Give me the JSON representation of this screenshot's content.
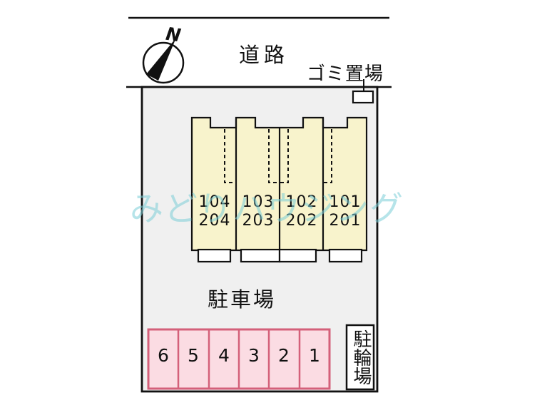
{
  "compass": {
    "north_label": "N"
  },
  "labels": {
    "road": "道路",
    "garbage_area": "ゴミ置場"
  },
  "building": {
    "units": [
      {
        "first_floor": "104",
        "second_floor": "204"
      },
      {
        "first_floor": "103",
        "second_floor": "203"
      },
      {
        "first_floor": "102",
        "second_floor": "202"
      },
      {
        "first_floor": "101",
        "second_floor": "201"
      }
    ]
  },
  "parking": {
    "label": "駐車場",
    "stalls": [
      "6",
      "5",
      "4",
      "3",
      "2",
      "1"
    ]
  },
  "bicycle": {
    "label": "駐輪場"
  },
  "watermark": "みどりハウジング",
  "colors": {
    "site_fill": "#f0f0f0",
    "building_fill": "#f8f3cc",
    "stall_fill": "#fbdce3",
    "stall_border": "#d4607a",
    "outline": "#111111",
    "watermark": "#7ccfd8"
  }
}
